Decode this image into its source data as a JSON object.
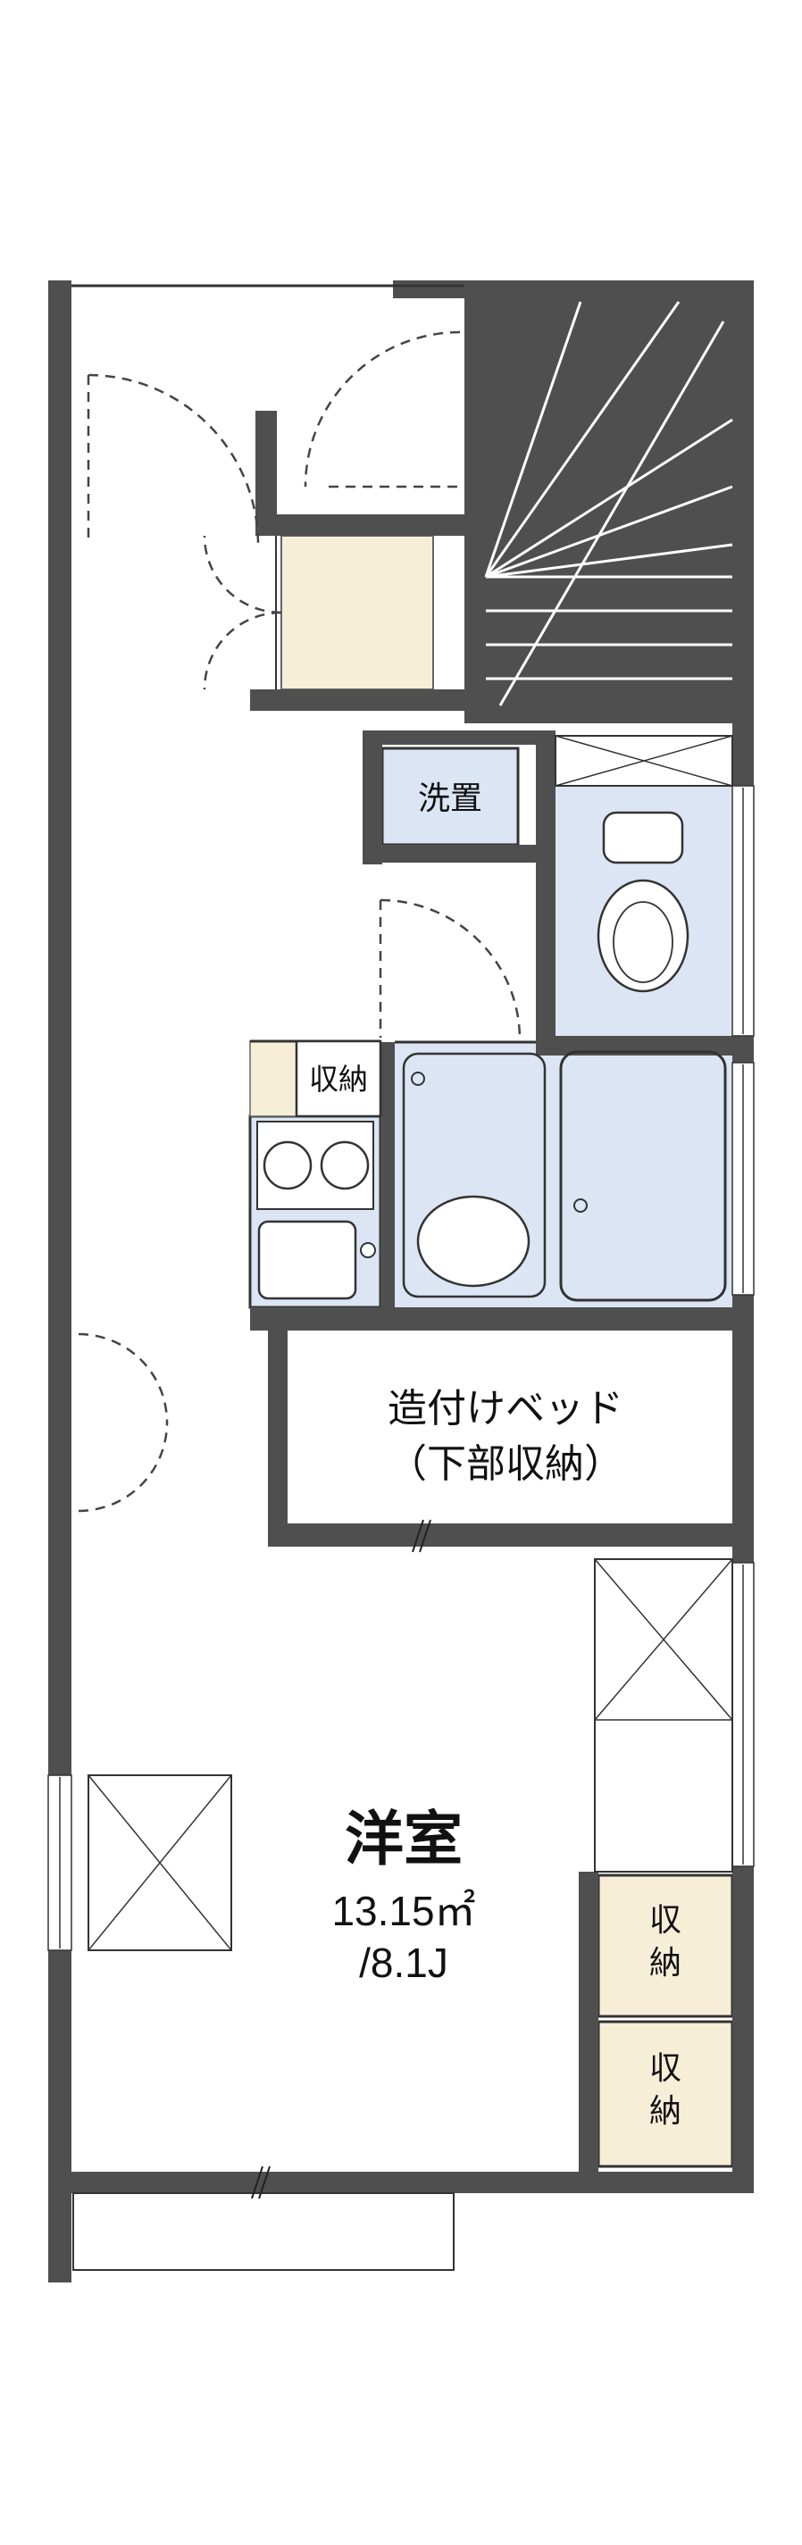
{
  "colors": {
    "wall": "#4f4f4f",
    "wet_area": "#dbe5f3",
    "wood_beige": "#f7eed8",
    "outline": "#333333",
    "background": "#ffffff"
  },
  "rooms": {
    "laundry": {
      "label": "洗置"
    },
    "kitchen_storage": {
      "label": "収納"
    },
    "built_in_bed": {
      "line1": "造付けベッド",
      "line2": "（下部収納）"
    },
    "western_room": {
      "name": "洋室",
      "area_sqm": "13.15㎡",
      "area_tatami": "/8.1J"
    },
    "right_storage_upper": {
      "char1": "収",
      "char2": "納"
    },
    "right_storage_lower": {
      "char1": "収",
      "char2": "納"
    }
  }
}
